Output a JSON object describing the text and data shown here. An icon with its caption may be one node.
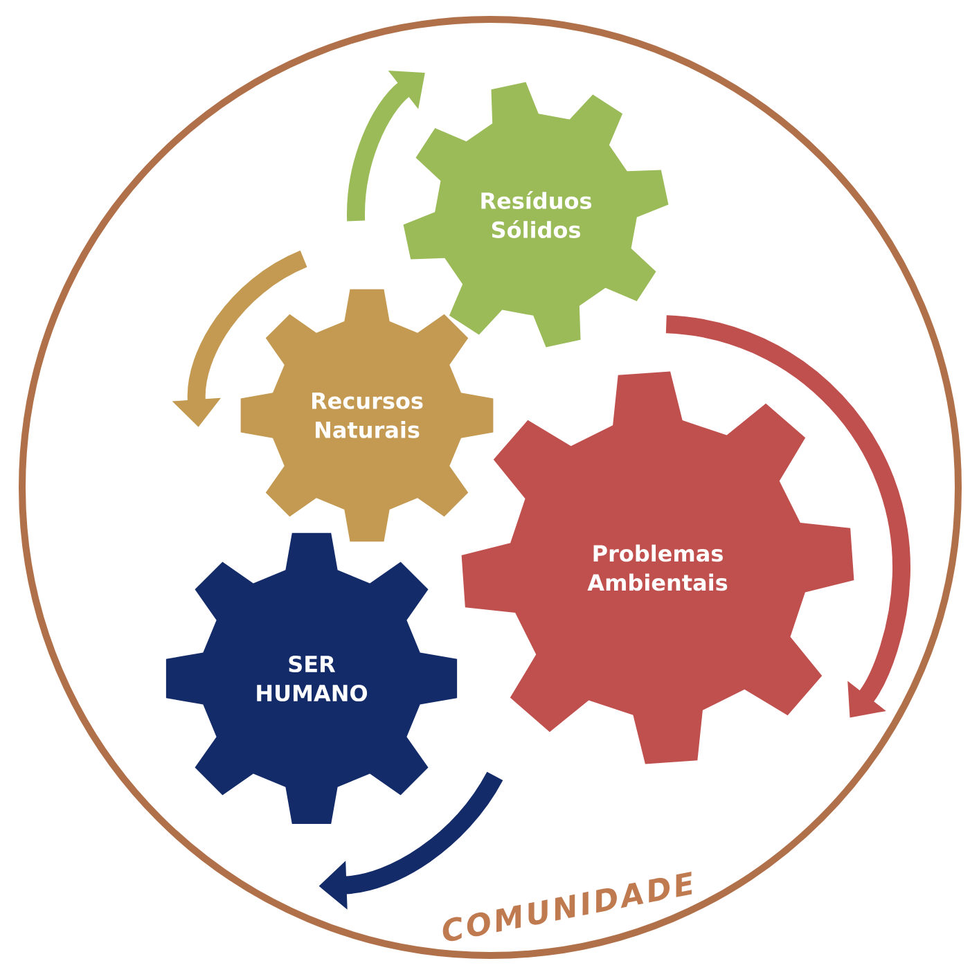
{
  "diagram": {
    "nodes": [
      {
        "text": [
          "COMUNIDADE"
        ]
      },
      {
        "text": [
          "Resíduos Sólidos"
        ],
        "in": 0
      },
      {
        "text": [
          "Recursos Naturais"
        ],
        "in": 0
      },
      {
        "text": [
          "Problemas Ambientais"
        ],
        "in": 0
      },
      {
        "text": [
          "SER HUMANO"
        ],
        "in": 0
      }
    ]
  }
}
